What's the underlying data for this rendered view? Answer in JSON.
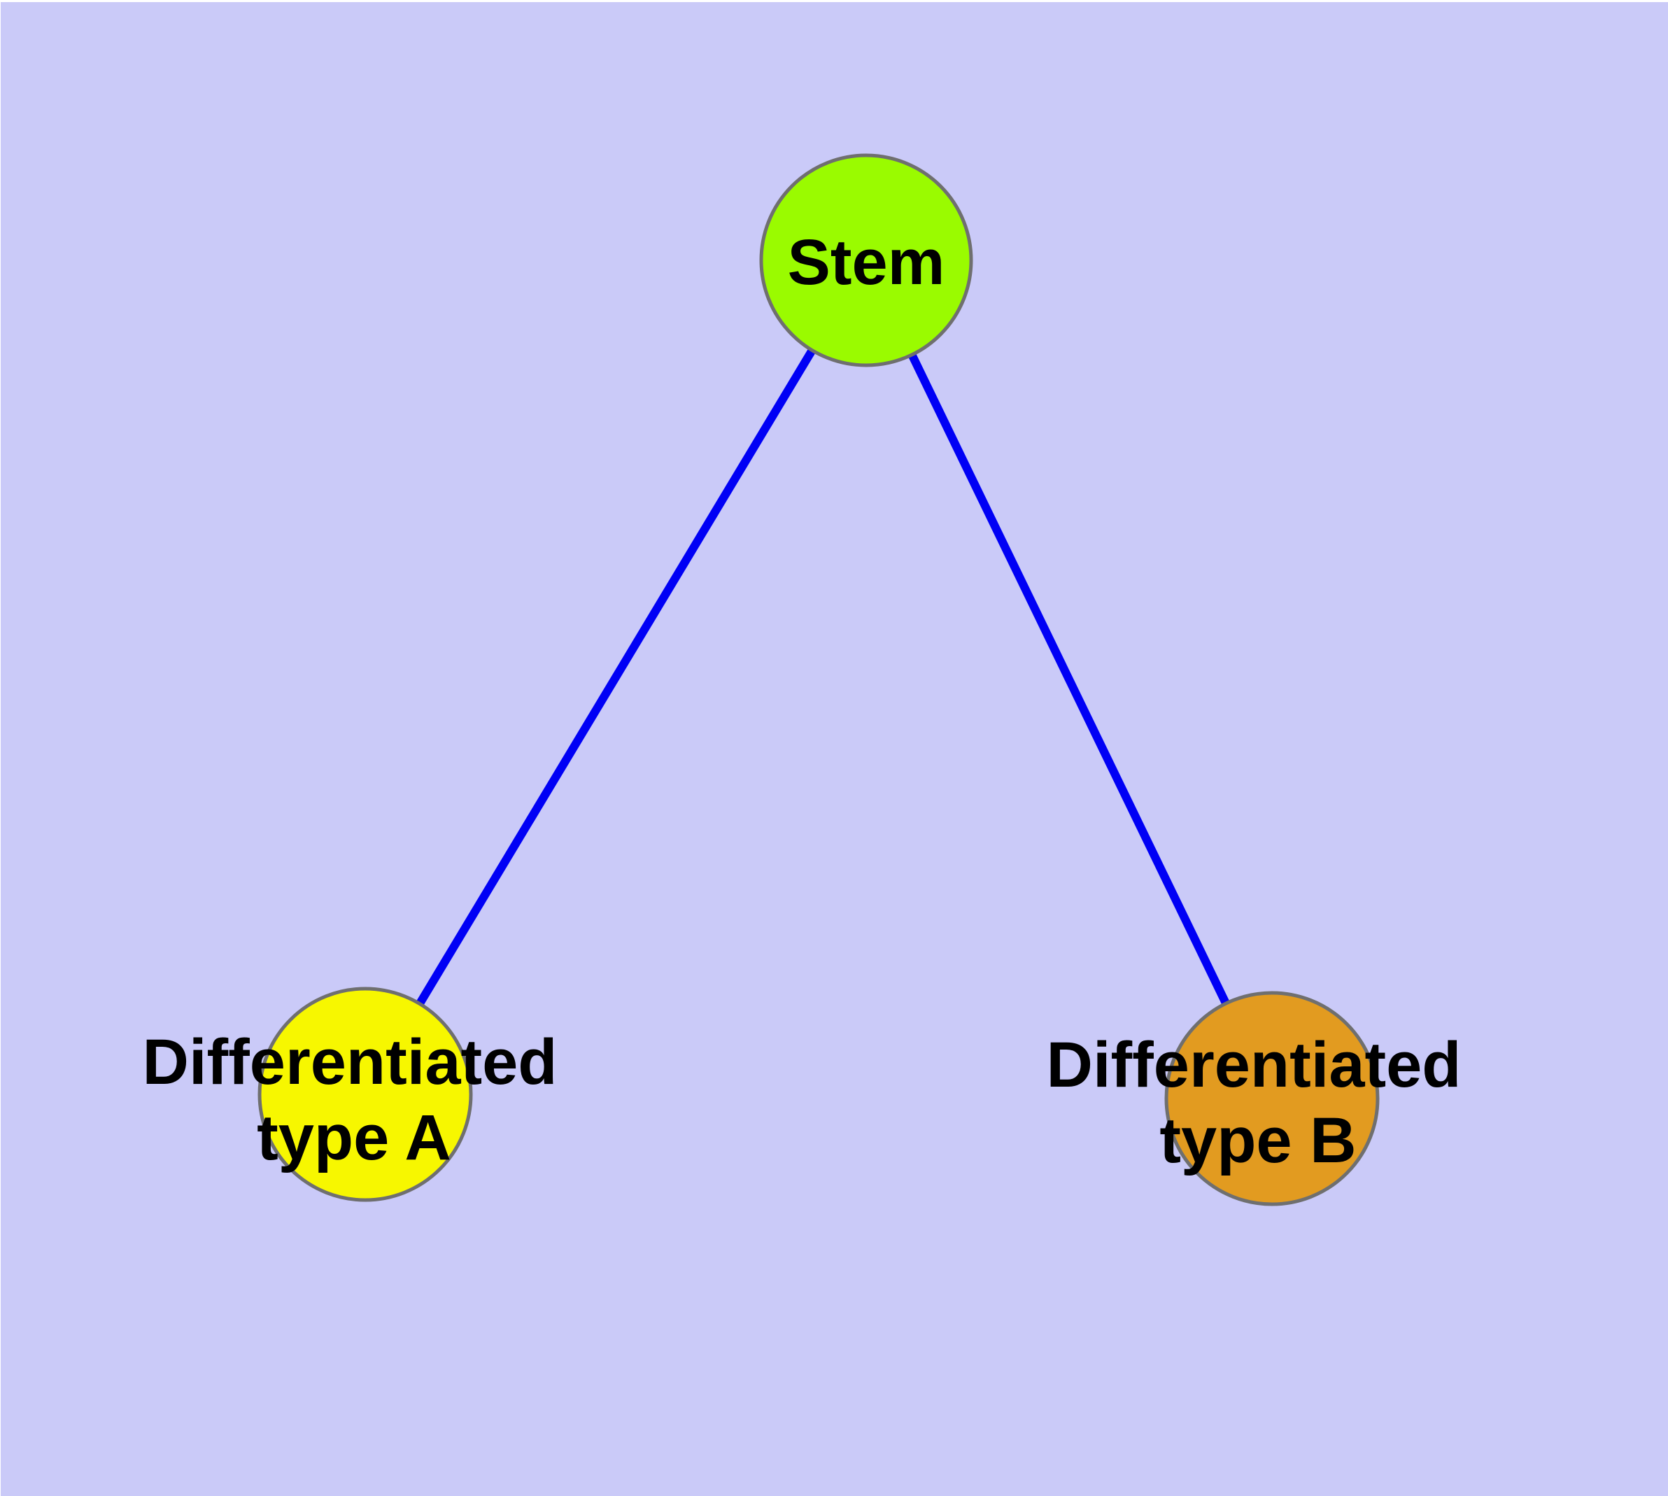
{
  "diagram": {
    "type": "graph",
    "description": "Stem cell differentiation graph with one root node and two leaf nodes",
    "background_color": "#cacaf8",
    "frame_color": "#ffffff",
    "node_border_color": "#6f6f6f",
    "edge_color": "#0000f5",
    "label_color": "#000000",
    "nodes": [
      {
        "id": "stem",
        "label": "Stem",
        "label_lines": [
          "Stem"
        ],
        "fill": "#9afb00"
      },
      {
        "id": "diff-a",
        "label": "Differentiated type A",
        "label_lines": [
          "Differentiated",
          "type A"
        ],
        "fill": "#f7f700"
      },
      {
        "id": "diff-b",
        "label": "Differentiated type B",
        "label_lines": [
          "Differentiated",
          "type B"
        ],
        "fill": "#e29b20"
      }
    ],
    "edges": [
      {
        "from": "Stem",
        "to": "Differentiated type A"
      },
      {
        "from": "Stem",
        "to": "Differentiated type B"
      }
    ]
  }
}
